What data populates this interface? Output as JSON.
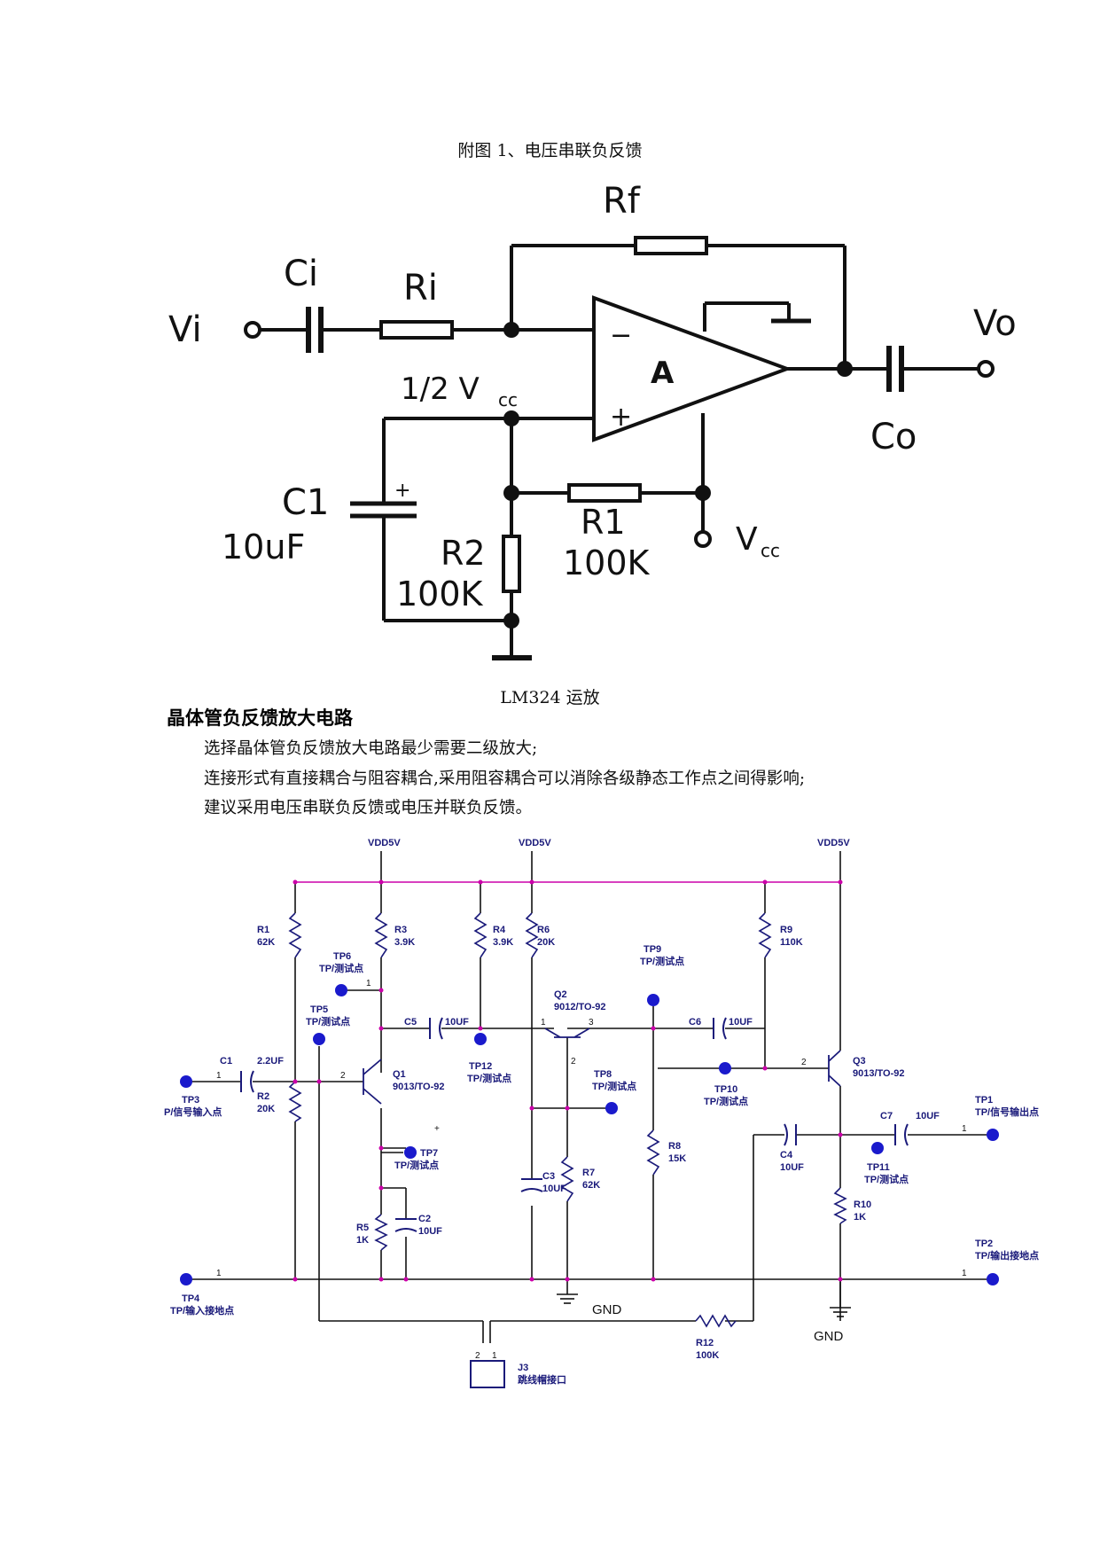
{
  "figure1": {
    "caption": "附图 1、电压串联负反馈",
    "labels": {
      "rf": "Rf",
      "ci": "Ci",
      "ri": "Ri",
      "vi": "Vi",
      "vo": "Vo",
      "half_vcc": "1/2 V",
      "half_vcc_sub": "cc",
      "co": "Co",
      "a": "A",
      "c1": "C1",
      "c1_val": "10uF",
      "r1": "R1",
      "r1_val": "100K",
      "r2": "R2",
      "r2_val": "100K",
      "vcc": "V",
      "vcc_sub": "cc",
      "minus": "−",
      "plus": "+",
      "cap_plus": "+"
    },
    "sub_caption": "LM324 运放"
  },
  "section": {
    "title": "晶体管负反馈放大电路",
    "paragraphs": [
      "选择晶体管负反馈放大电路最少需要二级放大;",
      "连接形式有直接耦合与阻容耦合,采用阻容耦合可以消除各级静态工作点之间得影响;",
      "建议采用电压串联负反馈或电压并联负反馈。"
    ]
  },
  "schematic": {
    "vdd": "VDD5V",
    "gnd": "GND",
    "r1": [
      "R1",
      "62K"
    ],
    "r2": [
      "R2",
      "20K"
    ],
    "r3": [
      "R3",
      "3.9K"
    ],
    "r4": [
      "R4",
      "3.9K"
    ],
    "r5": [
      "R5",
      "1K"
    ],
    "r6": [
      "R6",
      "20K"
    ],
    "r7": [
      "R7",
      "62K"
    ],
    "r8": [
      "R8",
      "15K"
    ],
    "r9": [
      "R9",
      "110K"
    ],
    "r10": [
      "R10",
      "1K"
    ],
    "r12": [
      "R12",
      "100K"
    ],
    "c1": [
      "C1",
      "2.2UF"
    ],
    "c2": [
      "C2",
      "10UF"
    ],
    "c3": [
      "C3",
      "10UF"
    ],
    "c4": [
      "C4",
      "10UF"
    ],
    "c5": [
      "C5",
      "10UF"
    ],
    "c6": [
      "C6",
      "10UF"
    ],
    "c7": [
      "C7",
      "10UF"
    ],
    "q1": [
      "Q1",
      "9013/TO-92"
    ],
    "q2": [
      "Q2",
      "9012/TO-92"
    ],
    "q3": [
      "Q3",
      "9013/TO-92"
    ],
    "tp1": [
      "TP1",
      "TP/信号输出点"
    ],
    "tp2": [
      "TP2",
      "TP/输出接地点"
    ],
    "tp3": [
      "TP3",
      "P/信号输入点"
    ],
    "tp4": [
      "TP4",
      "TP/输入接地点"
    ],
    "tp5": [
      "TP5",
      "TP/测试点"
    ],
    "tp6": [
      "TP6",
      "TP/测试点"
    ],
    "tp7": [
      "TP7",
      "TP/测试点"
    ],
    "tp8": [
      "TP8",
      "TP/测试点"
    ],
    "tp9": [
      "TP9",
      "TP/测试点"
    ],
    "tp10": [
      "TP10",
      "TP/测试点"
    ],
    "tp11": [
      "TP11",
      "TP/测试点"
    ],
    "tp12": [
      "TP12",
      "TP/测试点"
    ],
    "j3": [
      "J3",
      "跳线帽接口"
    ],
    "pins": {
      "one": "1",
      "two": "2",
      "three": "3",
      "plus": "+"
    }
  }
}
